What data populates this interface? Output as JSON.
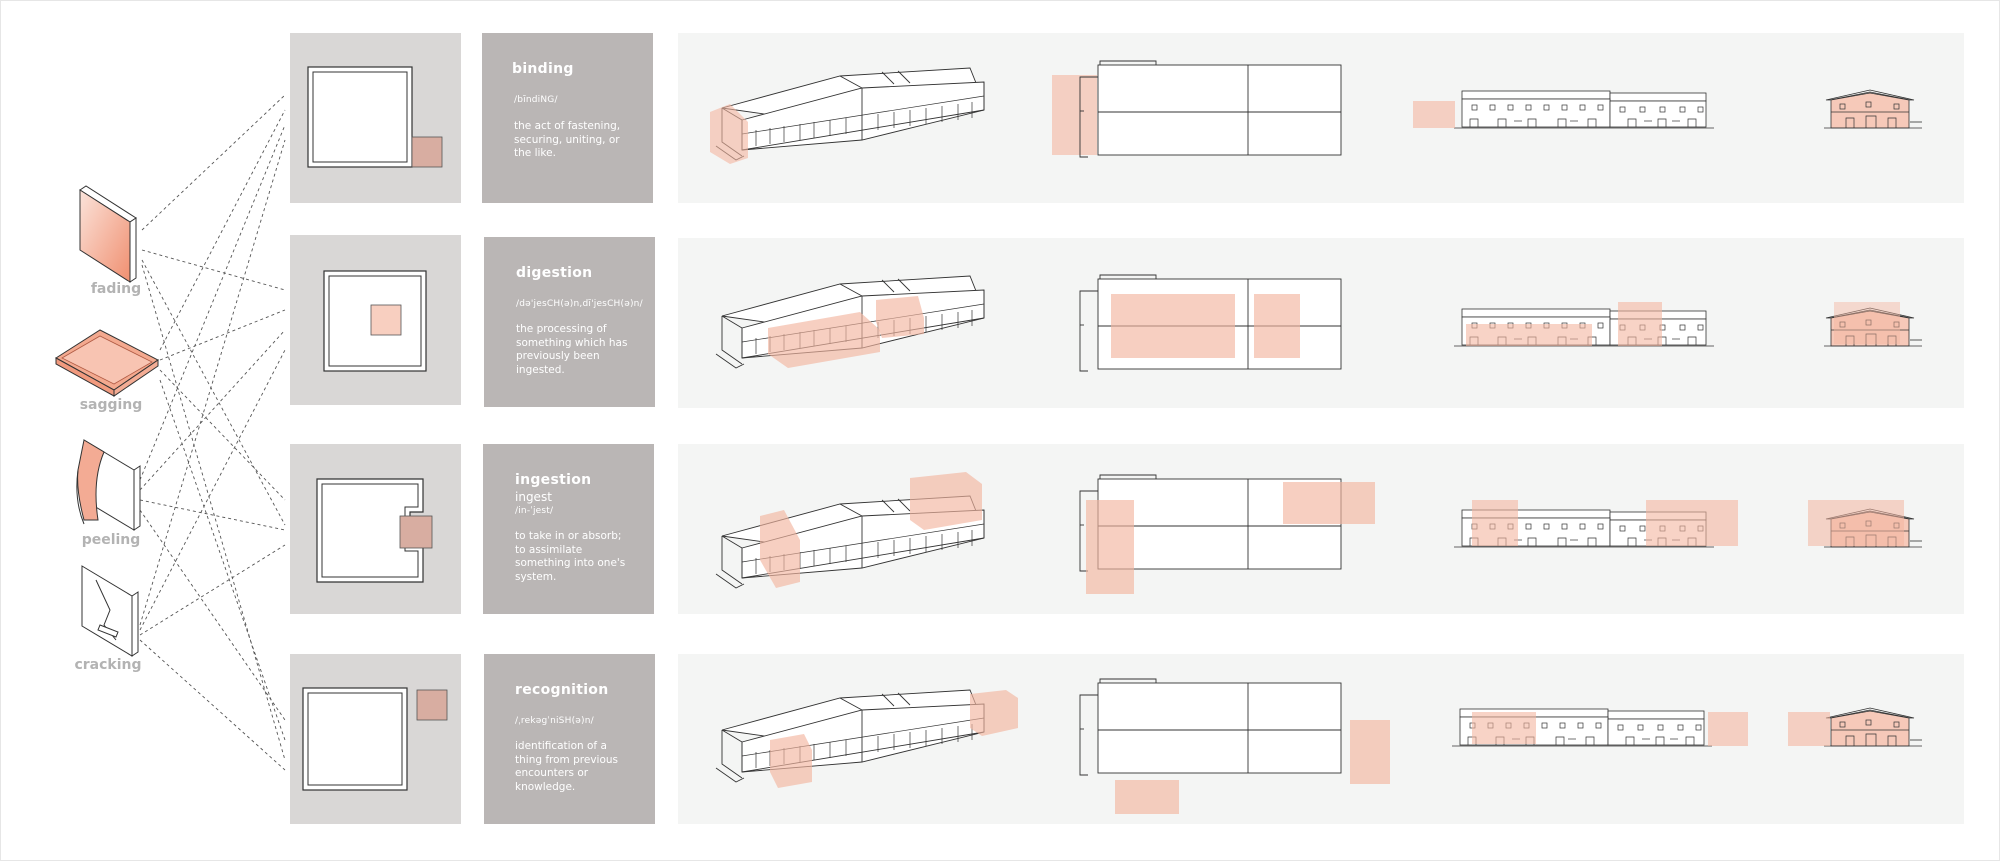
{
  "materials": [
    {
      "label": "fading",
      "icon": "fading-panel-icon"
    },
    {
      "label": "sagging",
      "icon": "sagging-panel-icon"
    },
    {
      "label": "peeling",
      "icon": "peeling-panel-icon"
    },
    {
      "label": "cracking",
      "icon": "cracking-panel-icon"
    }
  ],
  "concepts": [
    {
      "term": "binding",
      "sub": "",
      "pron": "/bīndiNG/",
      "desc": "the act of fastening, securing, uniting, or the like."
    },
    {
      "term": "digestion",
      "sub": "",
      "pron": "/də'jesCH(ə)n,dī'jesCH(ə)n/",
      "desc": "the processing of something which has previously been ingested."
    },
    {
      "term": "ingestion",
      "sub": "ingest",
      "pron": "/in-ˈjest/",
      "desc": "to take in or absorb; to assimilate something into one's system."
    },
    {
      "term": "recognition",
      "sub": "",
      "pron": "/ˌrekəgˈniSH(ə)n/",
      "desc": "identification of a thing from previous encounters or knowledge."
    }
  ],
  "colors": {
    "accent": "#f3b5a0",
    "accent_fill": "#f6c9b9",
    "square_fill": "#d8ada1",
    "band": "#f4f5f4",
    "panel_light": "#d9d7d6",
    "panel_dark": "#bab6b5",
    "line": "#333333",
    "label_gray": "#b3b3b3"
  }
}
